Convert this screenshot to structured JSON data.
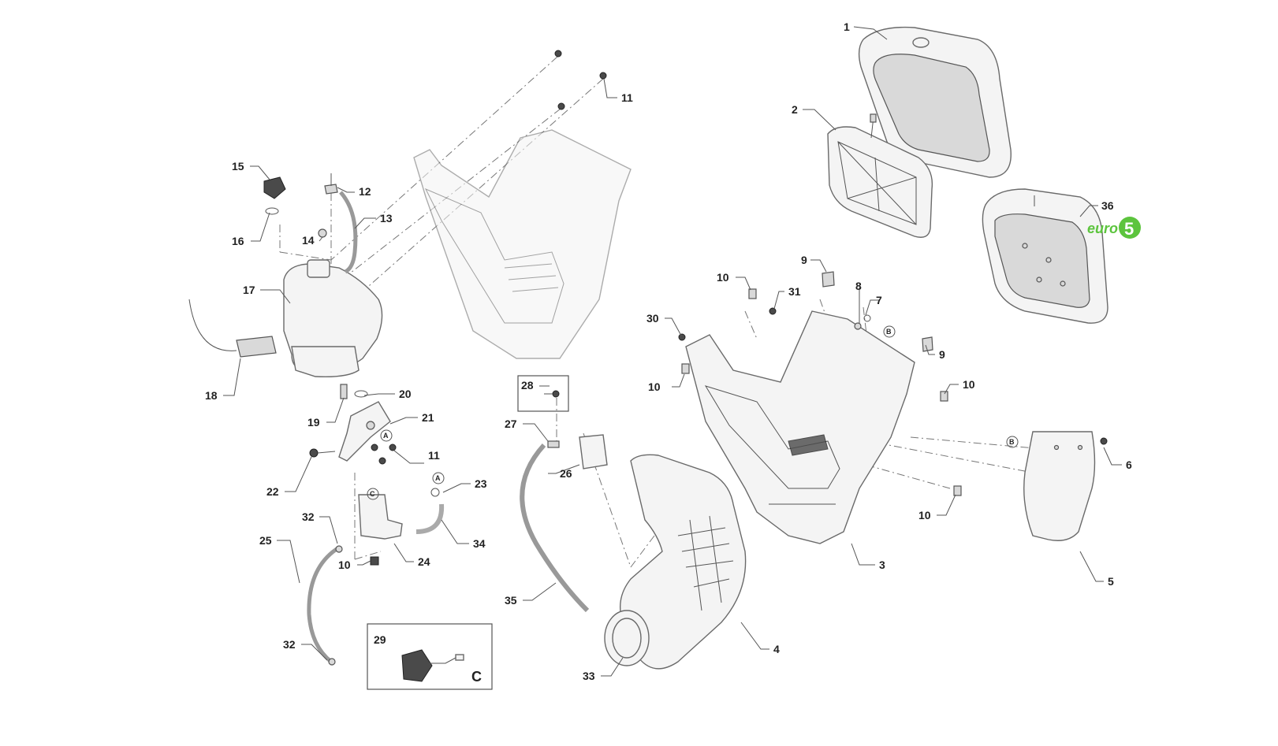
{
  "callouts": [
    {
      "id": "c1",
      "text": "1"
    },
    {
      "id": "c2",
      "text": "2"
    },
    {
      "id": "c3",
      "text": "3"
    },
    {
      "id": "c4",
      "text": "4"
    },
    {
      "id": "c5",
      "text": "5"
    },
    {
      "id": "c6",
      "text": "6"
    },
    {
      "id": "c7",
      "text": "7"
    },
    {
      "id": "c8",
      "text": "8"
    },
    {
      "id": "c9a",
      "text": "9"
    },
    {
      "id": "c9b",
      "text": "9"
    },
    {
      "id": "c10a",
      "text": "10"
    },
    {
      "id": "c10b",
      "text": "10"
    },
    {
      "id": "c10c",
      "text": "10"
    },
    {
      "id": "c10d",
      "text": "10"
    },
    {
      "id": "c10e",
      "text": "10"
    },
    {
      "id": "c11a",
      "text": "11"
    },
    {
      "id": "c11b",
      "text": "11"
    },
    {
      "id": "c12",
      "text": "12"
    },
    {
      "id": "c13",
      "text": "13"
    },
    {
      "id": "c14",
      "text": "14"
    },
    {
      "id": "c15",
      "text": "15"
    },
    {
      "id": "c16",
      "text": "16"
    },
    {
      "id": "c17",
      "text": "17"
    },
    {
      "id": "c18",
      "text": "18"
    },
    {
      "id": "c19",
      "text": "19"
    },
    {
      "id": "c20",
      "text": "20"
    },
    {
      "id": "c21",
      "text": "21"
    },
    {
      "id": "c22",
      "text": "22"
    },
    {
      "id": "c23",
      "text": "23"
    },
    {
      "id": "c24",
      "text": "24"
    },
    {
      "id": "c25",
      "text": "25"
    },
    {
      "id": "c26",
      "text": "26"
    },
    {
      "id": "c27",
      "text": "27"
    },
    {
      "id": "c28",
      "text": "28"
    },
    {
      "id": "c29",
      "text": "29"
    },
    {
      "id": "c30",
      "text": "30"
    },
    {
      "id": "c31",
      "text": "31"
    },
    {
      "id": "c32a",
      "text": "32"
    },
    {
      "id": "c32b",
      "text": "32"
    },
    {
      "id": "c33",
      "text": "33"
    },
    {
      "id": "c34",
      "text": "34"
    },
    {
      "id": "c35",
      "text": "35"
    },
    {
      "id": "c36",
      "text": "36"
    }
  ],
  "reference_markers": {
    "a": "A",
    "b": "B",
    "c": "C"
  },
  "detail_box_c_label": "C",
  "badge": {
    "text": "euro",
    "number": "5",
    "color": "#5cc43d"
  }
}
